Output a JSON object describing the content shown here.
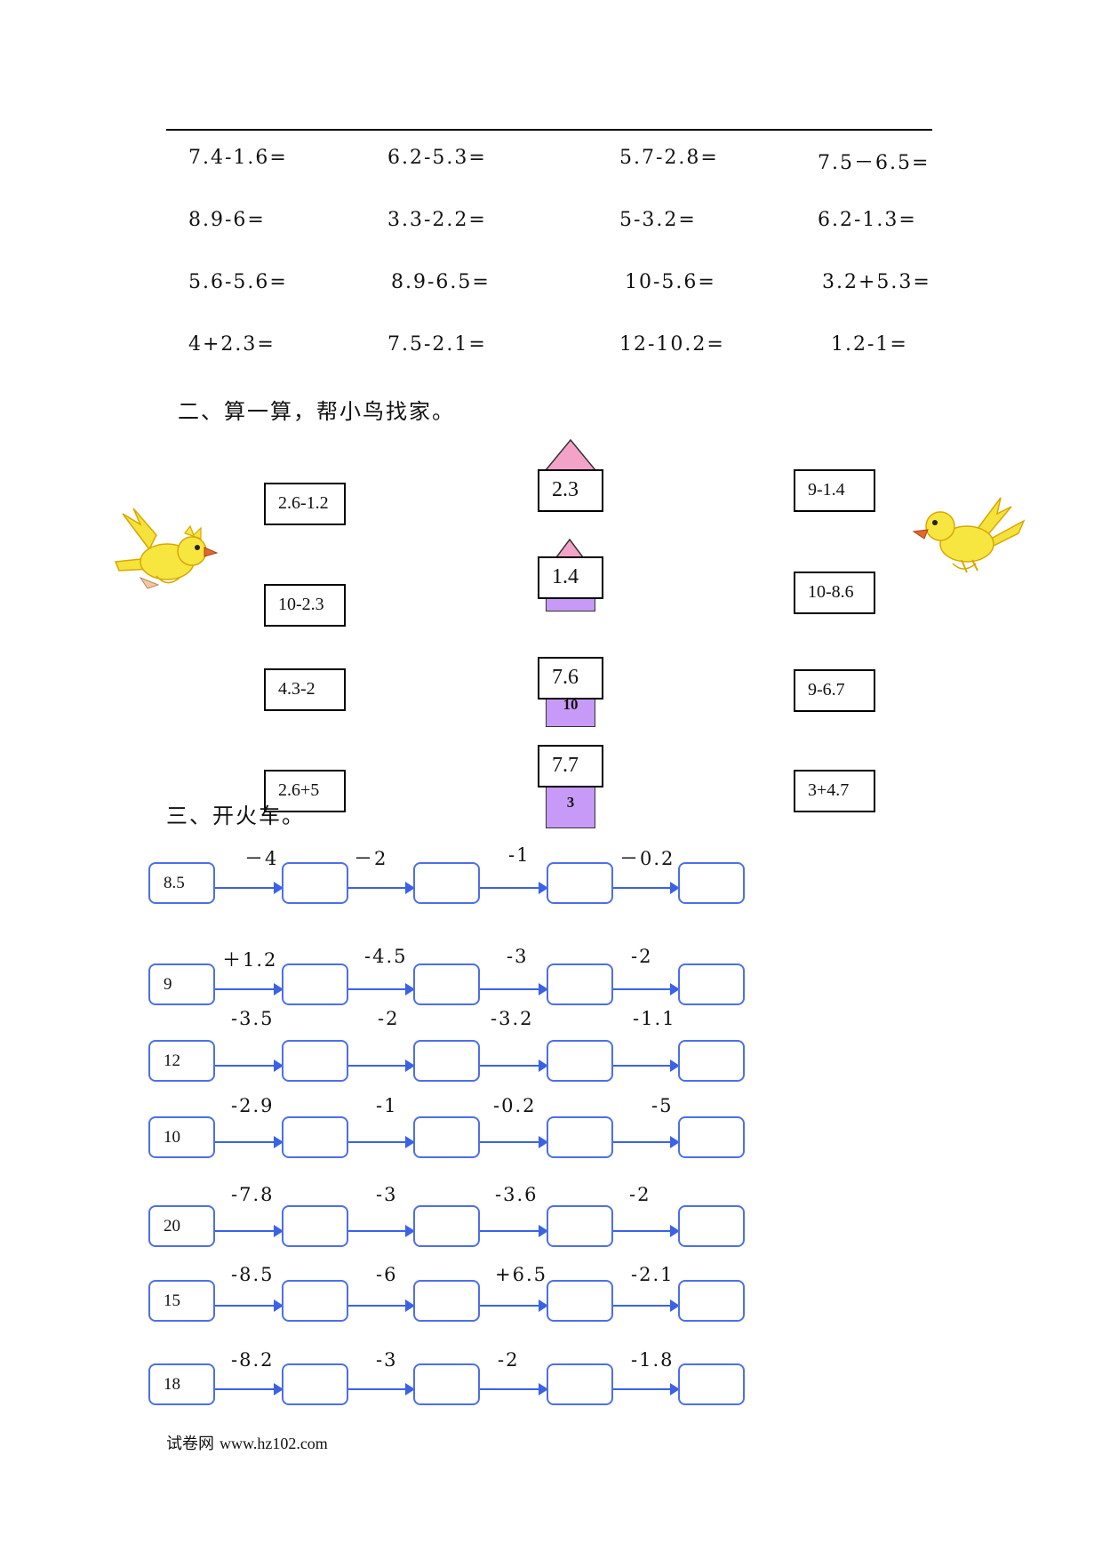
{
  "section1": {
    "rows": [
      [
        "7.4-1.6=",
        "6.2-5.3=",
        "5.7-2.8=",
        "7.5－6.5="
      ],
      [
        "8.9-6=",
        "3.3-2.2=",
        "5-3.2=",
        "6.2-1.3="
      ],
      [
        "5.6-5.6=",
        "8.9-6.5=",
        "10-5.6=",
        "3.2+5.3="
      ],
      [
        "4+2.3=",
        "7.5-2.1=",
        "12-10.2=",
        "1.2-1="
      ]
    ]
  },
  "section2": {
    "title": "二、算一算，帮小鸟找家。",
    "left_boxes": [
      "2.6-1.2",
      "10-2.3",
      "4.3-2",
      "2.6+5"
    ],
    "right_boxes": [
      "9-1.4",
      "10-8.6",
      "9-6.7",
      "3+4.7"
    ],
    "houses": [
      {
        "answer": "2.3",
        "label": ""
      },
      {
        "answer": "1.4",
        "label": ""
      },
      {
        "answer": "7.6",
        "label": "10"
      },
      {
        "answer": "7.7",
        "label": "3"
      }
    ],
    "colors": {
      "roof": "#f4a3c8",
      "house": "#c89af7"
    }
  },
  "section3": {
    "title": "三、开火车。",
    "trains": [
      {
        "start": "8.5",
        "ops": [
          "－4",
          "－2",
          "-1",
          "－0.2"
        ]
      },
      {
        "start": "9",
        "ops": [
          "＋1.2",
          "-4.5",
          "-3",
          "-2"
        ]
      },
      {
        "start": "12",
        "ops": [
          "-3.5",
          "-2",
          "-3.2",
          "-1.1"
        ]
      },
      {
        "start": "10",
        "ops": [
          "-2.9",
          "-1",
          "-0.2",
          "-5"
        ]
      },
      {
        "start": "20",
        "ops": [
          "-7.8",
          "-3",
          "-3.6",
          "-2"
        ]
      },
      {
        "start": "15",
        "ops": [
          "-8.5",
          "-6",
          "+6.5",
          "-2.1"
        ]
      },
      {
        "start": "18",
        "ops": [
          "-8.2",
          "-3",
          "-2",
          "-1.8"
        ]
      }
    ],
    "colors": {
      "box_border": "#4d6fe8",
      "arrow": "#3b62e6"
    }
  },
  "footer": {
    "site_name": "试卷网",
    "url": "www.hz102.com"
  }
}
